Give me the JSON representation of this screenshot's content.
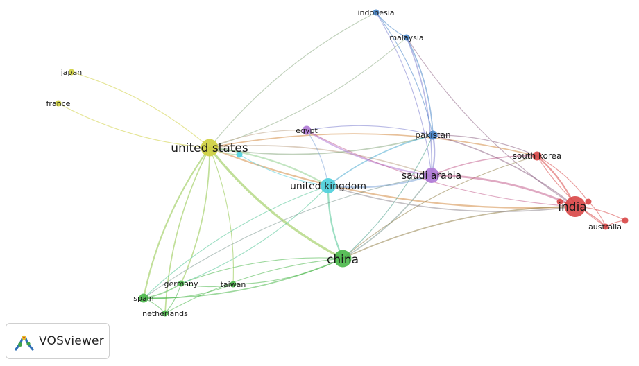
{
  "branding": {
    "app_name": "VOSviewer"
  },
  "clusters": {
    "red": "#d94a4a",
    "green": "#4cb84c",
    "blue": "#4a86c8",
    "yellow": "#cfd040",
    "purple": "#b07ad6",
    "cyan": "#4fd0dc"
  },
  "nodes": [
    {
      "id": "usa",
      "label": "united states",
      "cluster": "yellow",
      "weight": 5
    },
    {
      "id": "japan",
      "label": "japan",
      "cluster": "yellow",
      "weight": 1
    },
    {
      "id": "france",
      "label": "france",
      "cluster": "yellow",
      "weight": 1
    },
    {
      "id": "china",
      "label": "china",
      "cluster": "green",
      "weight": 5
    },
    {
      "id": "germany",
      "label": "germany",
      "cluster": "green",
      "weight": 1
    },
    {
      "id": "spain",
      "label": "spain",
      "cluster": "green",
      "weight": 2
    },
    {
      "id": "netherlands",
      "label": "netherlands",
      "cluster": "green",
      "weight": 1
    },
    {
      "id": "taiwan",
      "label": "taiwan",
      "cluster": "green",
      "weight": 1
    },
    {
      "id": "uk",
      "label": "united kingdom",
      "cluster": "cyan",
      "weight": 4
    },
    {
      "id": "cyan2",
      "label": "",
      "cluster": "cyan",
      "weight": 1
    },
    {
      "id": "egypt",
      "label": "egypt",
      "cluster": "purple",
      "weight": 2
    },
    {
      "id": "saudi",
      "label": "saudi arabia",
      "cluster": "purple",
      "weight": 4
    },
    {
      "id": "pakistan",
      "label": "pakistan",
      "cluster": "blue",
      "weight": 2
    },
    {
      "id": "malaysia",
      "label": "malaysia",
      "cluster": "blue",
      "weight": 1
    },
    {
      "id": "indonesia",
      "label": "indonesia",
      "cluster": "blue",
      "weight": 1
    },
    {
      "id": "india",
      "label": "india",
      "cluster": "red",
      "weight": 6
    },
    {
      "id": "southkorea",
      "label": "south korea",
      "cluster": "red",
      "weight": 2
    },
    {
      "id": "australia",
      "label": "australia",
      "cluster": "red",
      "weight": 1
    },
    {
      "id": "red3",
      "label": "",
      "cluster": "red",
      "weight": 1
    },
    {
      "id": "red4",
      "label": "",
      "cluster": "red",
      "weight": 1
    },
    {
      "id": "red5",
      "label": "",
      "cluster": "red",
      "weight": 1
    }
  ],
  "links": [
    {
      "source": "usa",
      "target": "china",
      "strength": 5
    },
    {
      "source": "usa",
      "target": "uk",
      "strength": 3
    },
    {
      "source": "usa",
      "target": "india",
      "strength": 3
    },
    {
      "source": "usa",
      "target": "saudi",
      "strength": 2
    },
    {
      "source": "usa",
      "target": "pakistan",
      "strength": 2
    },
    {
      "source": "usa",
      "target": "southkorea",
      "strength": 2
    },
    {
      "source": "usa",
      "target": "malaysia",
      "strength": 1
    },
    {
      "source": "usa",
      "target": "egypt",
      "strength": 1
    },
    {
      "source": "usa",
      "target": "japan",
      "strength": 1
    },
    {
      "source": "usa",
      "target": "france",
      "strength": 1
    },
    {
      "source": "usa",
      "target": "spain",
      "strength": 3
    },
    {
      "source": "usa",
      "target": "germany",
      "strength": 2
    },
    {
      "source": "usa",
      "target": "netherlands",
      "strength": 2
    },
    {
      "source": "usa",
      "target": "taiwan",
      "strength": 1
    },
    {
      "source": "usa",
      "target": "cyan2",
      "strength": 1
    },
    {
      "source": "china",
      "target": "uk",
      "strength": 3
    },
    {
      "source": "china",
      "target": "saudi",
      "strength": 2
    },
    {
      "source": "china",
      "target": "india",
      "strength": 2
    },
    {
      "source": "china",
      "target": "pakistan",
      "strength": 1
    },
    {
      "source": "china",
      "target": "spain",
      "strength": 2
    },
    {
      "source": "china",
      "target": "germany",
      "strength": 1
    },
    {
      "source": "china",
      "target": "taiwan",
      "strength": 1
    },
    {
      "source": "china",
      "target": "netherlands",
      "strength": 1
    },
    {
      "source": "china",
      "target": "southkorea",
      "strength": 1
    },
    {
      "source": "uk",
      "target": "saudi",
      "strength": 3
    },
    {
      "source": "uk",
      "target": "pakistan",
      "strength": 2
    },
    {
      "source": "uk",
      "target": "india",
      "strength": 2
    },
    {
      "source": "uk",
      "target": "cyan2",
      "strength": 1
    },
    {
      "source": "uk",
      "target": "spain",
      "strength": 1
    },
    {
      "source": "uk",
      "target": "germany",
      "strength": 1
    },
    {
      "source": "uk",
      "target": "egypt",
      "strength": 1
    },
    {
      "source": "saudi",
      "target": "india",
      "strength": 4
    },
    {
      "source": "saudi",
      "target": "pakistan",
      "strength": 3
    },
    {
      "source": "saudi",
      "target": "egypt",
      "strength": 3
    },
    {
      "source": "saudi",
      "target": "malaysia",
      "strength": 2
    },
    {
      "source": "saudi",
      "target": "southkorea",
      "strength": 2
    },
    {
      "source": "saudi",
      "target": "spain",
      "strength": 1
    },
    {
      "source": "pakistan",
      "target": "india",
      "strength": 2
    },
    {
      "source": "pakistan",
      "target": "malaysia",
      "strength": 2
    },
    {
      "source": "pakistan",
      "target": "southkorea",
      "strength": 1
    },
    {
      "source": "pakistan",
      "target": "egypt",
      "strength": 1
    },
    {
      "source": "malaysia",
      "target": "indonesia",
      "strength": 1
    },
    {
      "source": "malaysia",
      "target": "india",
      "strength": 1
    },
    {
      "source": "indonesia",
      "target": "pakistan",
      "strength": 1
    },
    {
      "source": "indonesia",
      "target": "usa",
      "strength": 1
    },
    {
      "source": "indonesia",
      "target": "saudi",
      "strength": 1
    },
    {
      "source": "india",
      "target": "southkorea",
      "strength": 3
    },
    {
      "source": "india",
      "target": "australia",
      "strength": 2
    },
    {
      "source": "india",
      "target": "red3",
      "strength": 2
    },
    {
      "source": "india",
      "target": "red4",
      "strength": 1
    },
    {
      "source": "india",
      "target": "red5",
      "strength": 2
    },
    {
      "source": "india",
      "target": "egypt",
      "strength": 1
    },
    {
      "source": "southkorea",
      "target": "australia",
      "strength": 1
    },
    {
      "source": "southkorea",
      "target": "red3",
      "strength": 1
    },
    {
      "source": "australia",
      "target": "red3",
      "strength": 1
    },
    {
      "source": "australia",
      "target": "red4",
      "strength": 1
    },
    {
      "source": "spain",
      "target": "germany",
      "strength": 2
    },
    {
      "source": "spain",
      "target": "netherlands",
      "strength": 1
    },
    {
      "source": "spain",
      "target": "taiwan",
      "strength": 1
    },
    {
      "source": "germany",
      "target": "netherlands",
      "strength": 1
    },
    {
      "source": "germany",
      "target": "taiwan",
      "strength": 1
    }
  ]
}
